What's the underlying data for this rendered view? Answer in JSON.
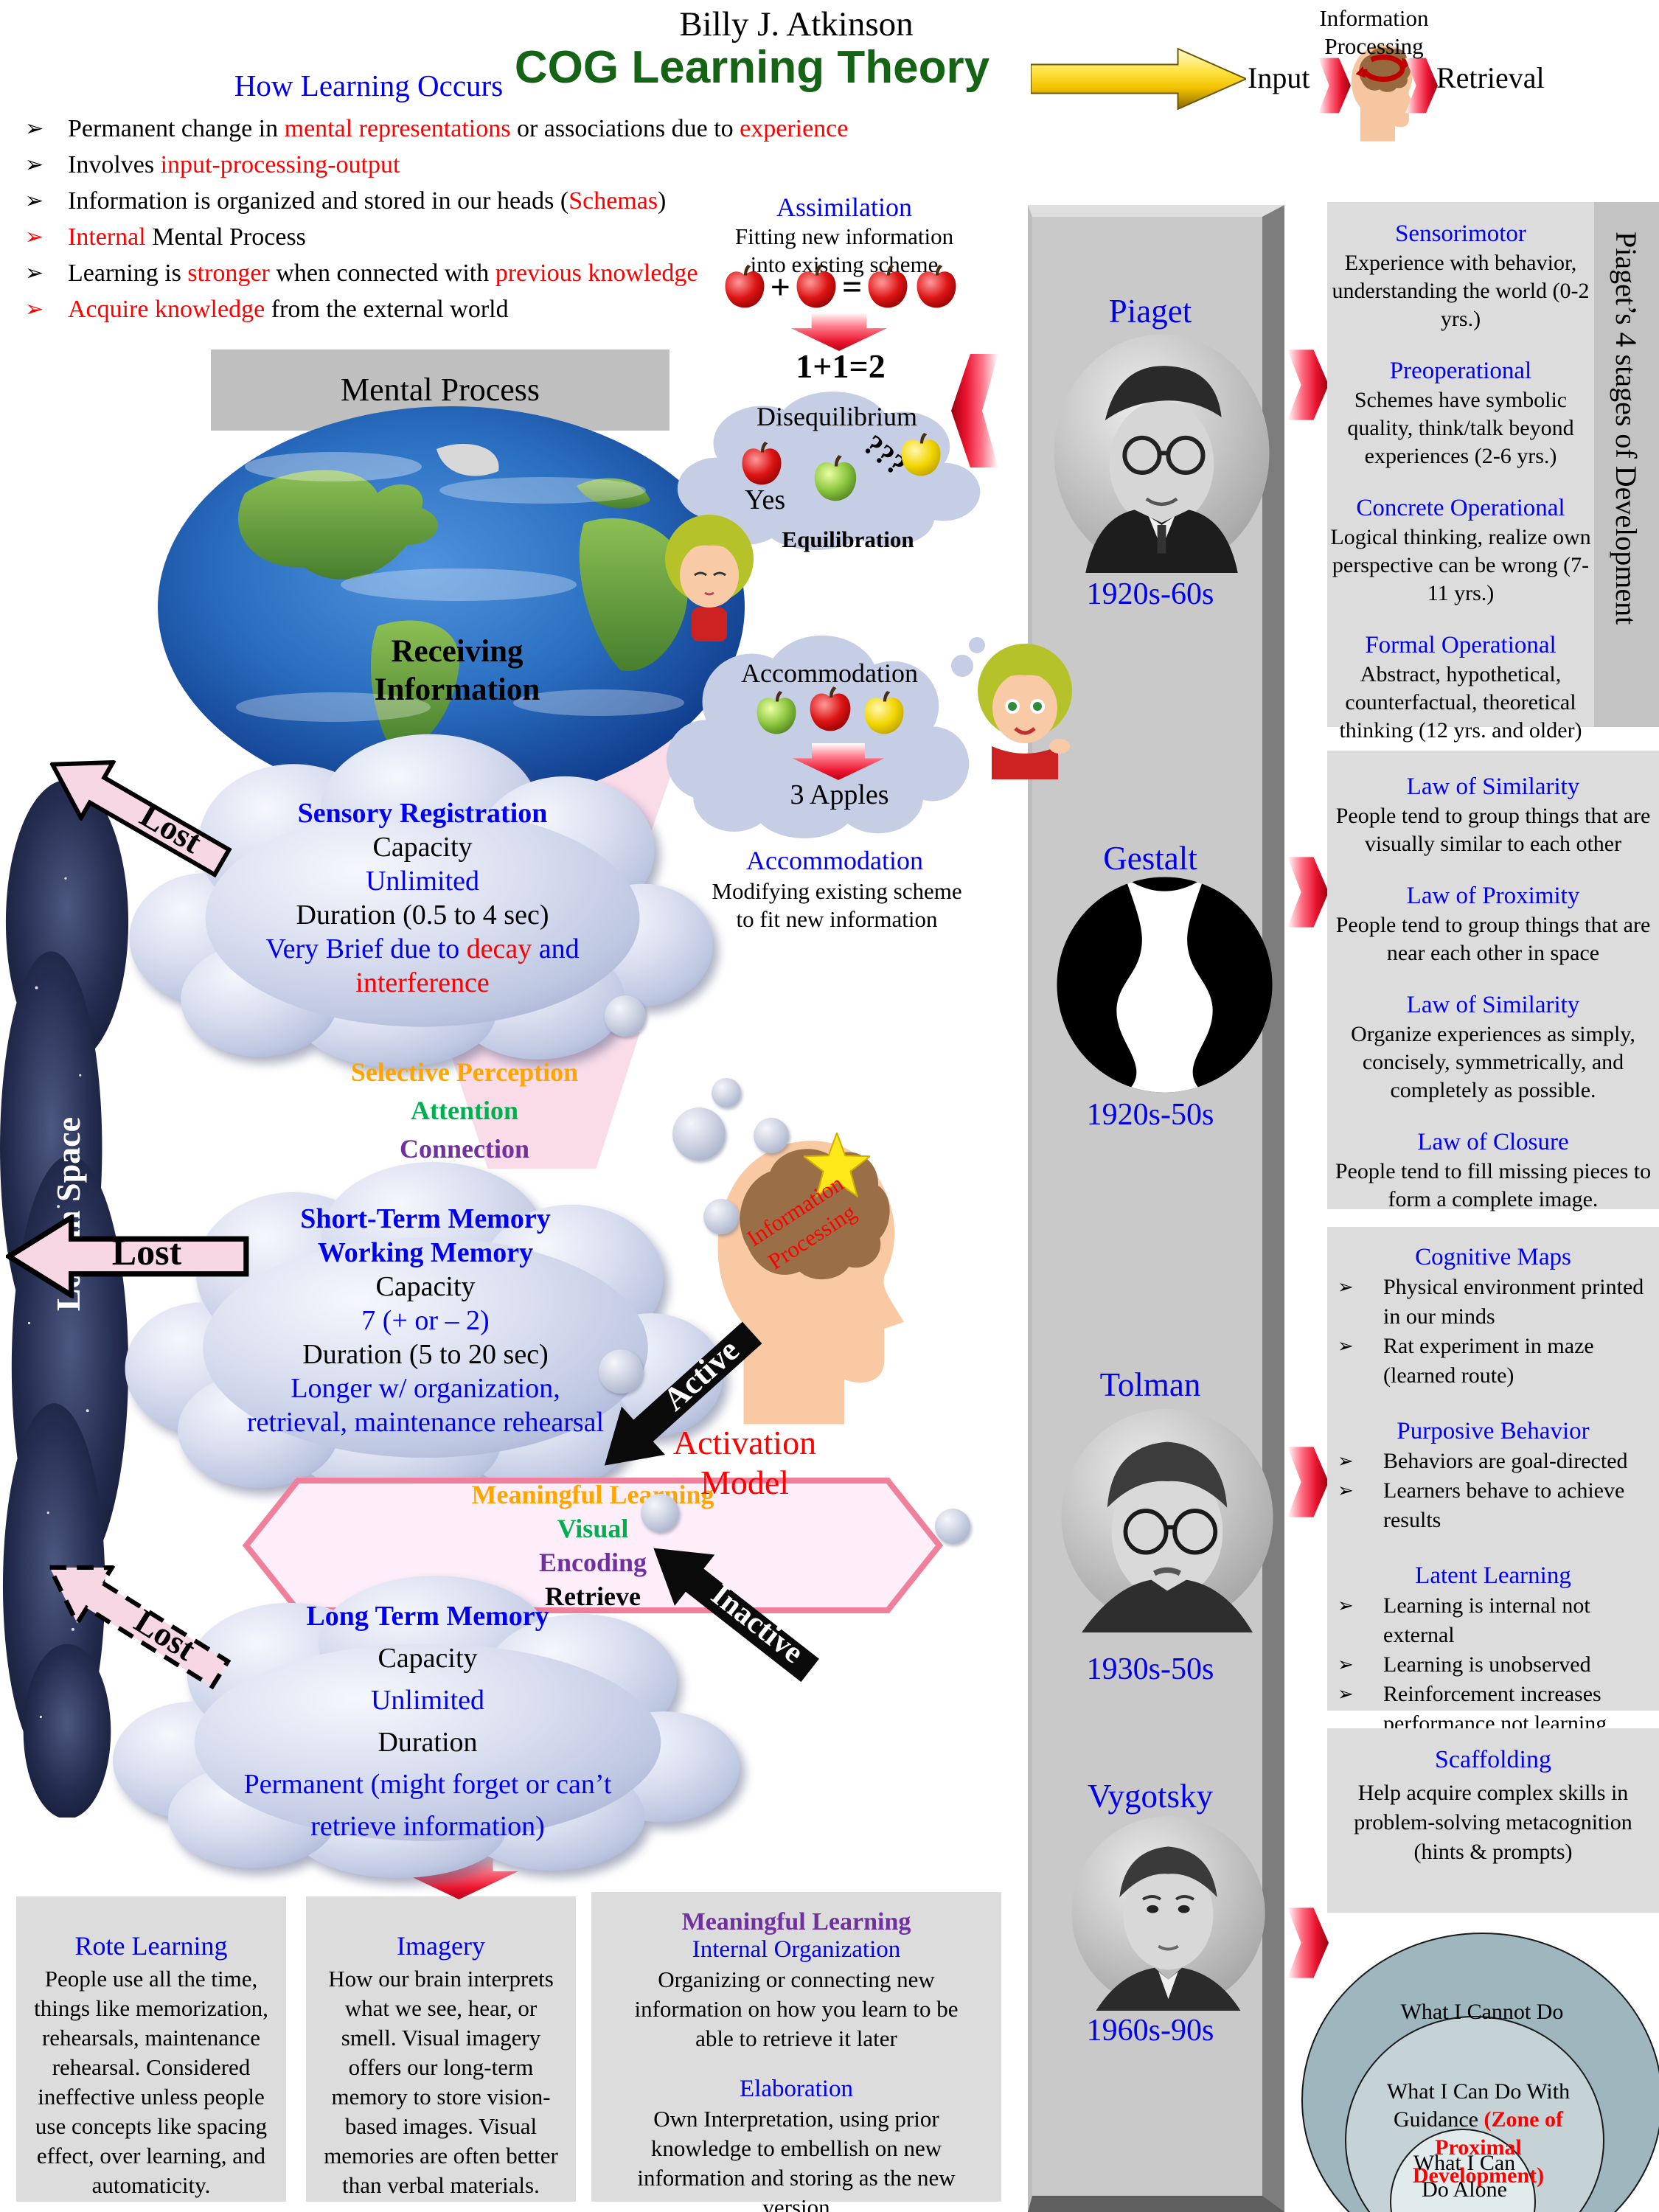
{
  "palette": {
    "title_green": "#156315",
    "accent_blue": "#0000ee",
    "accent_red": "#ff0000",
    "accent_orange": "#ffa500",
    "accent_green": "#00b050",
    "accent_purple": "#7030a0",
    "cloud_fill": "#c9d1e8",
    "thinking_cloud_fill": "#c6cee6",
    "timeline_gray": "#c9c9c9",
    "panel_gray": "#dcdcdc",
    "pink_arrow": "#f8d7e4",
    "funnel_pink": "#fadce9",
    "zpd_outer": "#9eb7be",
    "zpd_middle": "#c5d3d7",
    "zpd_inner": "#e2ebec"
  },
  "header": {
    "author": "Billy J. Atkinson",
    "title": "COG Learning Theory",
    "info_processing": [
      "Information",
      "Processing"
    ],
    "input": "Input",
    "retrieval": "Retrieval"
  },
  "how_learning": {
    "title": "How Learning Occurs",
    "marker_glyph": "➢",
    "bullets": [
      {
        "m": "k",
        "parts": [
          {
            "t": "Permanent change in ",
            "c": "k"
          },
          {
            "t": "mental representations",
            "c": "r"
          },
          {
            "t": " or associations due to ",
            "c": "k"
          },
          {
            "t": "experience",
            "c": "r"
          }
        ]
      },
      {
        "m": "k",
        "parts": [
          {
            "t": "Involves ",
            "c": "k"
          },
          {
            "t": "input-processing-output",
            "c": "r"
          }
        ]
      },
      {
        "m": "k",
        "parts": [
          {
            "t": "Information is organized and stored in our heads (",
            "c": "k"
          },
          {
            "t": "Schemas",
            "c": "r"
          },
          {
            "t": ")",
            "c": "k"
          }
        ]
      },
      {
        "m": "r",
        "parts": [
          {
            "t": "Internal",
            "c": "r"
          },
          {
            "t": " Mental Process",
            "c": "k"
          }
        ]
      },
      {
        "m": "k",
        "parts": [
          {
            "t": "Learning is ",
            "c": "k"
          },
          {
            "t": "stronger",
            "c": "r"
          },
          {
            "t": " when connected with ",
            "c": "k"
          },
          {
            "t": "previous knowledge",
            "c": "r"
          }
        ]
      },
      {
        "m": "r",
        "parts": [
          {
            "t": "Acquire knowledge",
            "c": "r"
          },
          {
            "t": " from the external world",
            "c": "k"
          }
        ]
      }
    ]
  },
  "flow": {
    "mental_process": "Mental Process",
    "receiving": [
      "Receiving",
      "Information"
    ],
    "lost": "Lost",
    "lost_in_space": "Lost in Space",
    "selective": [
      "Selective Perception",
      "Attention",
      "Connection"
    ],
    "active": "Active",
    "inactive": "Inactive",
    "activation_model": [
      "Activation",
      "Model"
    ],
    "head_label": [
      "Information",
      "Processing"
    ]
  },
  "clouds": {
    "sensory": {
      "title": "Sensory Registration",
      "l2": "Capacity",
      "l3": "Unlimited",
      "l4": "Duration (0.5 to 4 sec)",
      "l5_parts": [
        {
          "t": "Very Brief due to ",
          "c": "b"
        },
        {
          "t": "decay",
          "c": "r"
        },
        {
          "t": " and",
          "c": "b"
        }
      ],
      "l6": "interference"
    },
    "stm": {
      "title1": "Short-Term Memory",
      "title2": "Working Memory",
      "l3": "Capacity",
      "l4": "7 (+ or – 2)",
      "l5": "Duration (5 to 20 sec)",
      "l6": "Longer w/ organization,",
      "l7": "retrieval, maintenance rehearsal"
    },
    "ltm": {
      "title": "Long Term Memory",
      "l2": "Capacity",
      "l3": "Unlimited",
      "l4": "Duration",
      "l5": "Permanent (might forget or can’t",
      "l6": "retrieve information)"
    }
  },
  "hexagon": {
    "l1": "Meaningful Learning",
    "l2": "Visual",
    "l3": "Encoding",
    "l4": "Retrieve"
  },
  "piaget_cycle": {
    "assimilation_title": "Assimilation",
    "assimilation_desc": [
      "Fitting new information",
      "into existing scheme"
    ],
    "plus": "+",
    "equals": "=",
    "equation": "1+1=2",
    "disequilibrium_title": "Disequilibrium",
    "yes": "Yes",
    "question": "???",
    "equilibration": "Equilibration",
    "accommodation_title": "Accommodation",
    "apples_result": "3 Apples",
    "accommodation_caption_title": "Accommodation",
    "accommodation_caption_desc": [
      "Modifying existing scheme",
      "to fit new information"
    ]
  },
  "timeline": {
    "entries": [
      {
        "name": "Piaget",
        "years": "1920s-60s"
      },
      {
        "name": "Gestalt",
        "years": "1920s-50s"
      },
      {
        "name": "Tolman",
        "years": "1930s-50s"
      },
      {
        "name": "Vygotsky",
        "years": "1960s-90s"
      }
    ]
  },
  "right_column": {
    "piaget_strip": "Piaget’s 4 stages of Development",
    "stages": [
      {
        "name": "Sensorimotor",
        "desc": "Experience with behavior, understanding the world (0-2 yrs.)"
      },
      {
        "name": "Preoperational",
        "desc": "Schemes have symbolic quality, think/talk beyond experiences (2-6 yrs.)"
      },
      {
        "name": "Concrete Operational",
        "desc": "Logical thinking, realize own perspective can be wrong (7-11 yrs.)"
      },
      {
        "name": "Formal Operational",
        "desc": "Abstract, hypothetical, counterfactual, theoretical thinking (12 yrs. and older)"
      }
    ],
    "gestalt_laws": [
      {
        "name": "Law of Similarity",
        "desc": "People tend to group things that are visually similar to each other"
      },
      {
        "name": "Law of Proximity",
        "desc": "People tend to group things that are near each other in space"
      },
      {
        "name": "Law of Similarity",
        "desc": "Organize experiences as simply, concisely, symmetrically, and completely as possible."
      },
      {
        "name": "Law of Closure",
        "desc": "People tend to fill missing pieces to form a complete image."
      }
    ],
    "tolman_sections": [
      {
        "name": "Cognitive Maps",
        "items": [
          "Physical environment printed in our minds",
          "Rat experiment in maze (learned route)"
        ]
      },
      {
        "name": "Purposive Behavior",
        "items": [
          "Behaviors are goal-directed",
          "Learners behave to achieve results"
        ]
      },
      {
        "name": "Latent Learning",
        "items": [
          "Learning is internal not external",
          "Learning is unobserved",
          "Reinforcement increases performance not learning"
        ]
      }
    ],
    "scaffolding": {
      "title": "Scaffolding",
      "desc": "Help acquire complex skills in problem-solving metacognition (hints & prompts)"
    },
    "zpd": {
      "outer": "What I Cannot Do",
      "middle_l1": "What I Can Do With",
      "middle_l2_parts": [
        {
          "t": "Guidance ",
          "c": "k"
        },
        {
          "t": "(Zone of",
          "c": "rb"
        }
      ],
      "middle_l3": "Proximal",
      "middle_l4": "Development)",
      "inner": [
        "What I Can",
        "Do Alone"
      ]
    }
  },
  "bottom": {
    "rote": {
      "title": "Rote Learning",
      "body": "People use all the time, things like memorization, rehearsals, maintenance rehearsal. Considered ineffective unless people use concepts like spacing effect, over learning, and automaticity."
    },
    "imagery": {
      "title": "Imagery",
      "body": "How our brain interprets what we see, hear, or smell. Visual imagery offers our long-term memory to store vision-based images. Visual memories are often better than verbal materials."
    },
    "meaningful": {
      "title": "Meaningful Learning",
      "sub1": "Internal Organization",
      "body1": "Organizing or connecting new information on how you learn to be able to retrieve it later",
      "sub2": "Elaboration",
      "body2": "Own Interpretation, using prior knowledge to embellish on new information and storing as the new version"
    }
  }
}
